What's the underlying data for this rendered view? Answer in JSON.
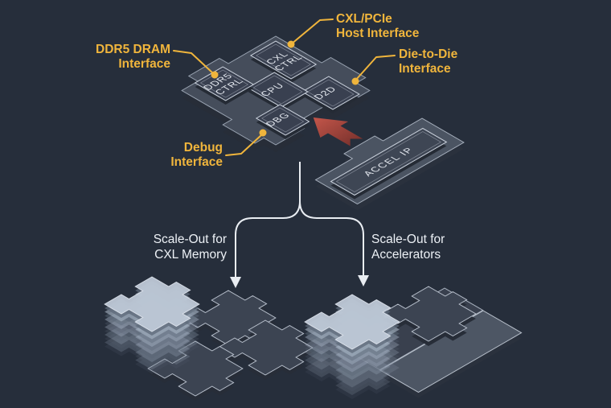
{
  "diagram_title": "chiplet-architecture-isometric-diagram",
  "colors": {
    "background": "#262E3B",
    "accent_yellow": "#F0B53C",
    "flow_line_white": "#E9EDF2",
    "label_white": "#EDF1F6",
    "die_plate": "#454D5B",
    "block_top": "#394050",
    "red_arrow_dark": "#7C332E",
    "red_arrow_light": "#C4564A",
    "stack_layer": "#BFCAD8"
  },
  "chip": {
    "blocks": {
      "cxl": [
        "CXL",
        "CTRL"
      ],
      "ddr5": [
        "DDR5",
        "CTRL"
      ],
      "cpu": "CPU",
      "d2d": "D2D",
      "dbg": "DBG"
    },
    "accel": "ACCEL IP"
  },
  "callouts": {
    "host": {
      "line1": "CXL/PCIe",
      "line2": "Host Interface"
    },
    "ddr5": {
      "line1": "DDR5 DRAM",
      "line2": "Interface"
    },
    "d2d": {
      "line1": "Die-to-Die",
      "line2": "Interface"
    },
    "debug": {
      "line1": "Debug",
      "line2": "Interface"
    }
  },
  "scaleout": {
    "memory": {
      "line1": "Scale-Out for",
      "line2": "CXL Memory"
    },
    "accelerators": {
      "line1": "Scale-Out for",
      "line2": "Accelerators"
    }
  }
}
